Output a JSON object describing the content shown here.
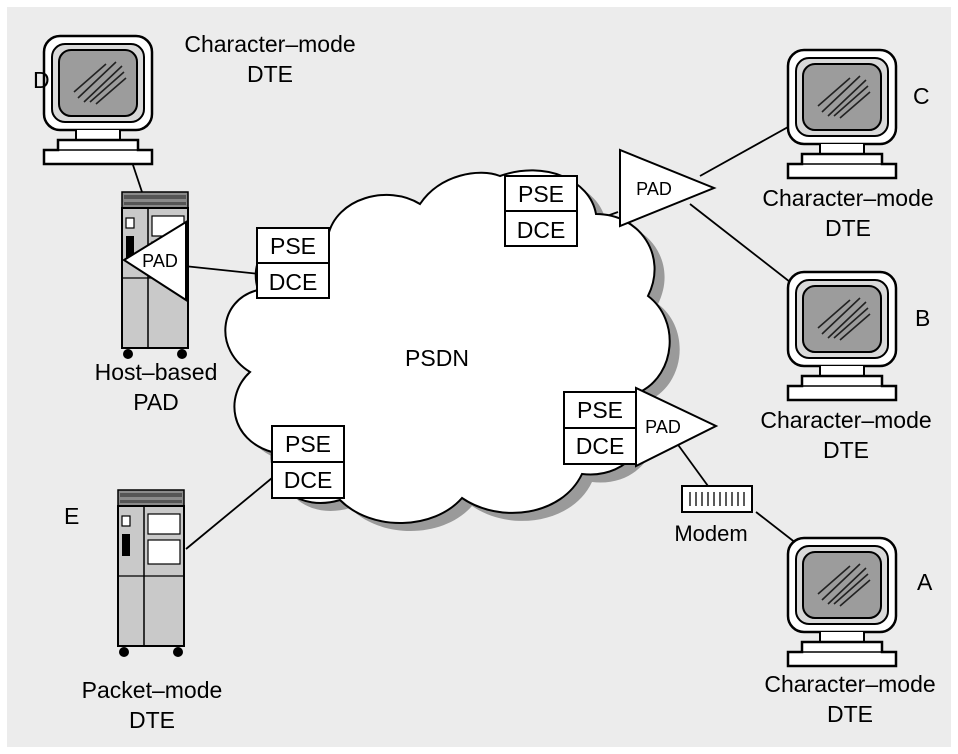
{
  "cloud": {
    "label": "PSDN"
  },
  "terminals": {
    "d": {
      "letter": "D",
      "line1": "Character–mode",
      "line2": "DTE"
    },
    "c": {
      "letter": "C",
      "line1": "Character–mode",
      "line2": "DTE"
    },
    "b": {
      "letter": "B",
      "line1": "Character–mode",
      "line2": "DTE"
    },
    "a": {
      "letter": "A",
      "line1": "Character–mode",
      "line2": "DTE"
    }
  },
  "host": {
    "line1": "Host–based",
    "line2": "PAD"
  },
  "packet_host": {
    "letter": "E",
    "line1": "Packet–mode",
    "line2": "DTE"
  },
  "switches": [
    {
      "top": "PSE",
      "bottom": "DCE"
    },
    {
      "top": "PSE",
      "bottom": "DCE"
    },
    {
      "top": "PSE",
      "bottom": "DCE"
    },
    {
      "top": "PSE",
      "bottom": "DCE"
    }
  ],
  "pads": [
    "PAD",
    "PAD",
    "PAD"
  ],
  "modem": {
    "label": "Modem"
  }
}
